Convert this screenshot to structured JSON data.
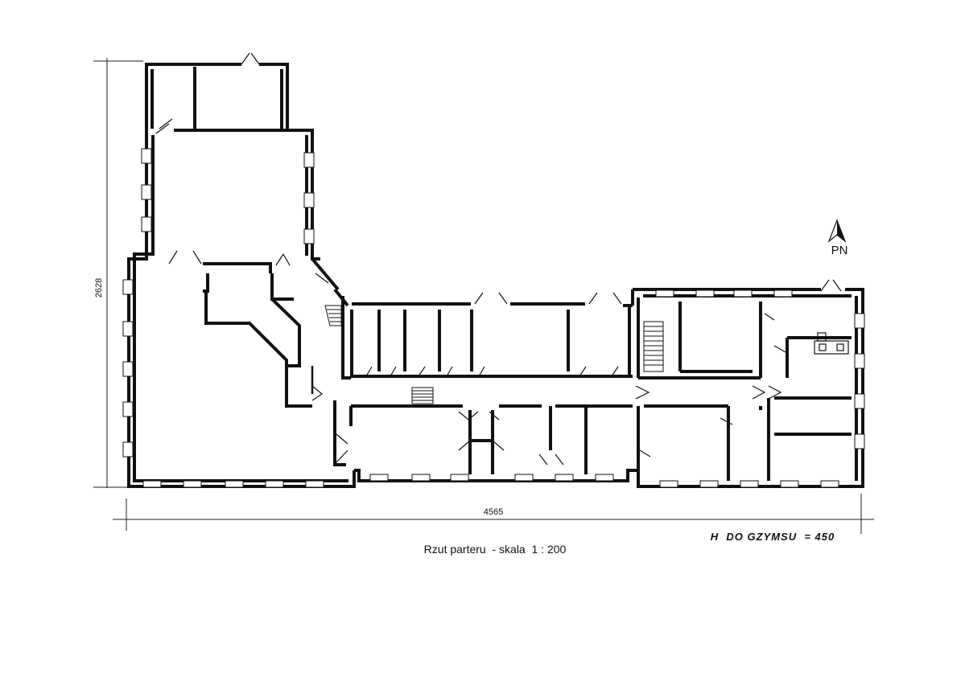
{
  "dimensions": {
    "height_label": "2628",
    "width_label": "4565"
  },
  "caption": "Rzut parteru  - skala  1 : 200",
  "cornice_note": "H  DO GZYMSU  = 450",
  "north_label": "PN"
}
